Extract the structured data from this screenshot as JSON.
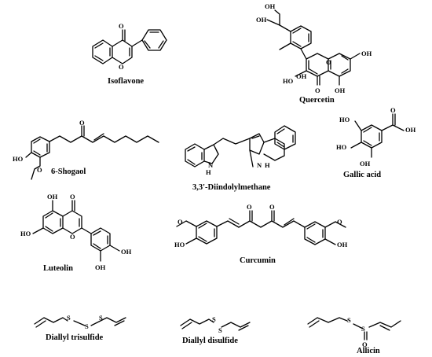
{
  "molecules": [
    {
      "id": "isoflavone",
      "name": "Isoflavone",
      "atoms": [
        "O",
        "O"
      ]
    },
    {
      "id": "quercetin",
      "name": "Quercetin",
      "atoms": [
        "OH",
        "OH",
        "OH",
        "HO",
        "OH",
        "OH",
        "O",
        "O"
      ]
    },
    {
      "id": "shogaol",
      "name": "6-Shogaol",
      "atoms": [
        "O",
        "HO",
        "O"
      ]
    },
    {
      "id": "diindolylmethane",
      "name": "3,3'-Diindolylmethane",
      "atoms": [
        "H",
        "N",
        "N",
        "H"
      ]
    },
    {
      "id": "gallic_acid",
      "name": "Gallic acid",
      "atoms": [
        "HO",
        "HO",
        "OH",
        "O",
        "OH"
      ]
    },
    {
      "id": "luteolin",
      "name": "Luteolin",
      "atoms": [
        "OH",
        "O",
        "HO",
        "O",
        "OH",
        "OH"
      ]
    },
    {
      "id": "curcumin",
      "name": "Curcumin",
      "atoms": [
        "O",
        "O",
        "O",
        "O",
        "HO",
        "OH"
      ]
    },
    {
      "id": "diallyl_trisulfide",
      "name": "Diallyl trisulfide",
      "atoms": [
        "S",
        "S",
        "S"
      ]
    },
    {
      "id": "diallyl_disulfide",
      "name": "Diallyl disulfide",
      "atoms": [
        "S",
        "S"
      ]
    },
    {
      "id": "allicin",
      "name": "Allicin",
      "atoms": [
        "S",
        "S",
        "O"
      ]
    }
  ]
}
